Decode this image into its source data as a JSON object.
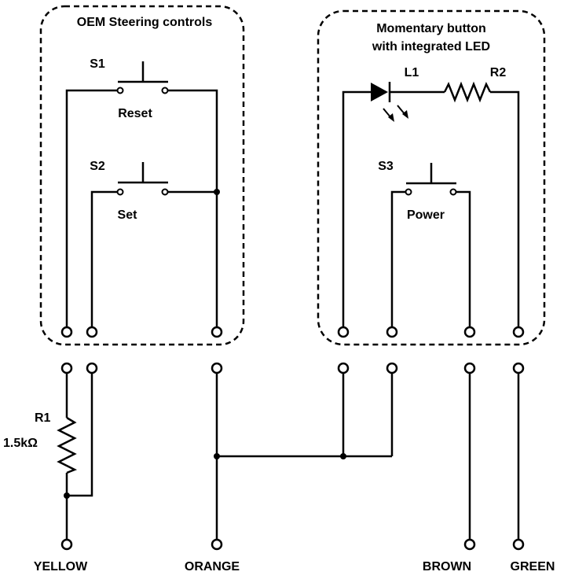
{
  "groups": {
    "oem_title": "OEM Steering controls",
    "momentary_title_line1": "Momentary button",
    "momentary_title_line2": "with integrated LED"
  },
  "components": {
    "s1": {
      "designator": "S1",
      "label": "Reset"
    },
    "s2": {
      "designator": "S2",
      "label": "Set"
    },
    "s3": {
      "designator": "S3",
      "label": "Power"
    },
    "l1": {
      "designator": "L1"
    },
    "r2": {
      "designator": "R2"
    },
    "r1": {
      "designator": "R1",
      "value": "1.5kΩ"
    }
  },
  "wires": {
    "yellow": "YELLOW",
    "orange": "ORANGE",
    "brown": "BROWN",
    "green": "GREEN"
  }
}
